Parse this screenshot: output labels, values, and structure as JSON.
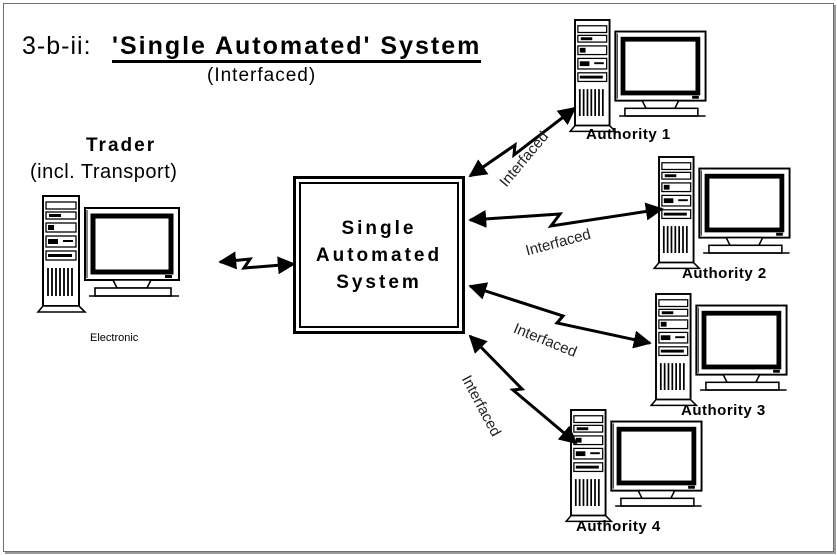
{
  "title": {
    "prefix": "3-b-ii:",
    "main": "'Single Automated' System",
    "subtitle": "(Interfaced)"
  },
  "trader": {
    "title": "Trader",
    "subtitle": "(incl. Transport)",
    "link_label": "Electronic"
  },
  "central_system": {
    "lines": [
      "Single",
      "Automated",
      "System"
    ]
  },
  "authorities": [
    {
      "label": "Authority 1",
      "link_label": "Interfaced"
    },
    {
      "label": "Authority 2",
      "link_label": "Interfaced"
    },
    {
      "label": "Authority 3",
      "link_label": "Interfaced"
    },
    {
      "label": "Authority 4",
      "link_label": "Interfaced"
    }
  ]
}
